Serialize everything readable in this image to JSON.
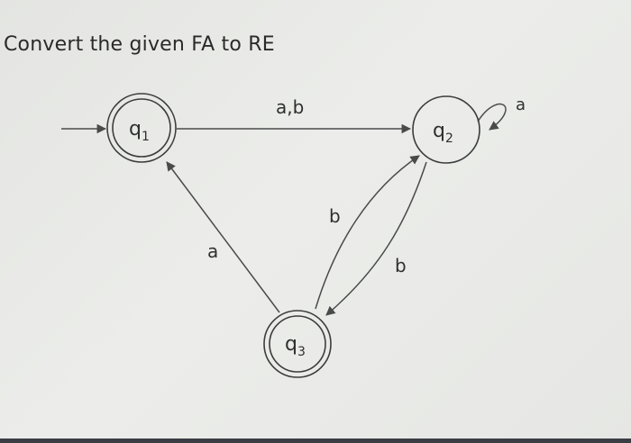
{
  "title": "Convert the given FA to RE",
  "states": {
    "q1": {
      "base": "q",
      "sub": "1",
      "final": true,
      "start": true
    },
    "q2": {
      "base": "q",
      "sub": "2",
      "final": false,
      "start": false
    },
    "q3": {
      "base": "q",
      "sub": "3",
      "final": true,
      "start": false
    }
  },
  "transitions": {
    "q1_to_q2": "a,b",
    "q2_self": "a",
    "q2_to_q3": "b",
    "q3_to_q2": "b",
    "q3_to_q1": "a"
  },
  "colors": {
    "line": "#4a4a4a",
    "text": "#2a2a2a",
    "background": "#e9eae8"
  }
}
